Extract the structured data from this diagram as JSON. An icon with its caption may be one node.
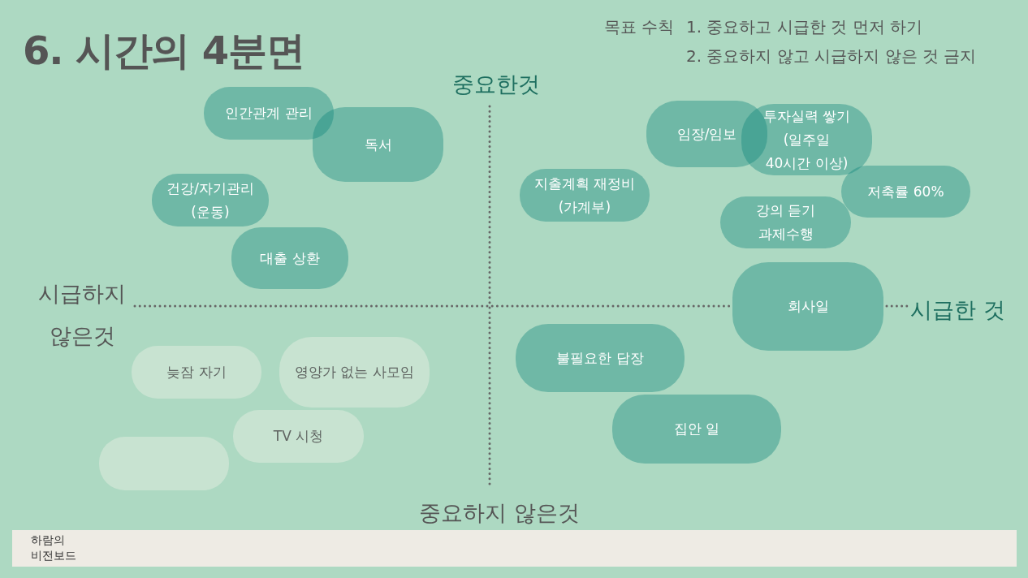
{
  "diagram": {
    "title": "6. 시간의 4분면",
    "nodes": [
      {
        "text": [
          "인간관계 관리"
        ]
      },
      {
        "text": [
          "독서"
        ]
      },
      {
        "text": [
          "건강/자기관리 (운동)"
        ]
      },
      {
        "text": [
          "대출 상환"
        ]
      },
      {
        "text": [
          "지출계획 재정비 (가계부)"
        ]
      },
      {
        "text": [
          "임장/임보"
        ]
      },
      {
        "text": [
          "투자실력 쌓기 (일주일 40시간 이상)"
        ]
      },
      {
        "text": [
          "저축률 60%"
        ]
      },
      {
        "text": [
          "강의 듣기 과제수행"
        ]
      },
      {
        "text": [
          "회사일"
        ]
      },
      {
        "text": [
          "불필요한 답장"
        ]
      },
      {
        "text": [
          "집안 일"
        ]
      },
      {
        "text": [
          "늦잠 자기"
        ]
      },
      {
        "text": [
          "영양가 없는 사모임"
        ]
      },
      {
        "text": [
          "TV 시청"
        ]
      },
      {
        "text": [],
        "shape": "pill"
      }
    ],
    "labels": [
      "목표 수칙",
      "1. 중요하고 시급한 것 먼저 하기",
      "2. 중요하지 않고 시급하지 않은 것 금지",
      "중요한것",
      "시급하지 않은것",
      "시급한 것",
      "중요하지 않은것",
      "하람의 비전보드"
    ]
  }
}
